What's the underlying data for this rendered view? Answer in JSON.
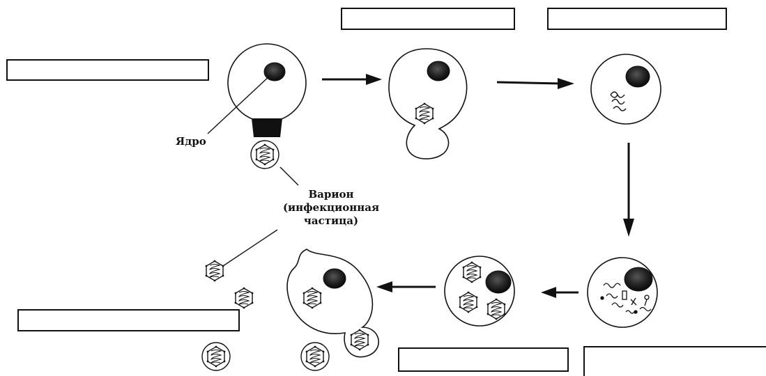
{
  "labels": {
    "nucleus": "Ядро",
    "virion_line1": "Варион",
    "virion_line2": "(инфекционная",
    "virion_line3": "частица)"
  },
  "answer_boxes": [
    "",
    "",
    "",
    "",
    "",
    "",
    ""
  ]
}
